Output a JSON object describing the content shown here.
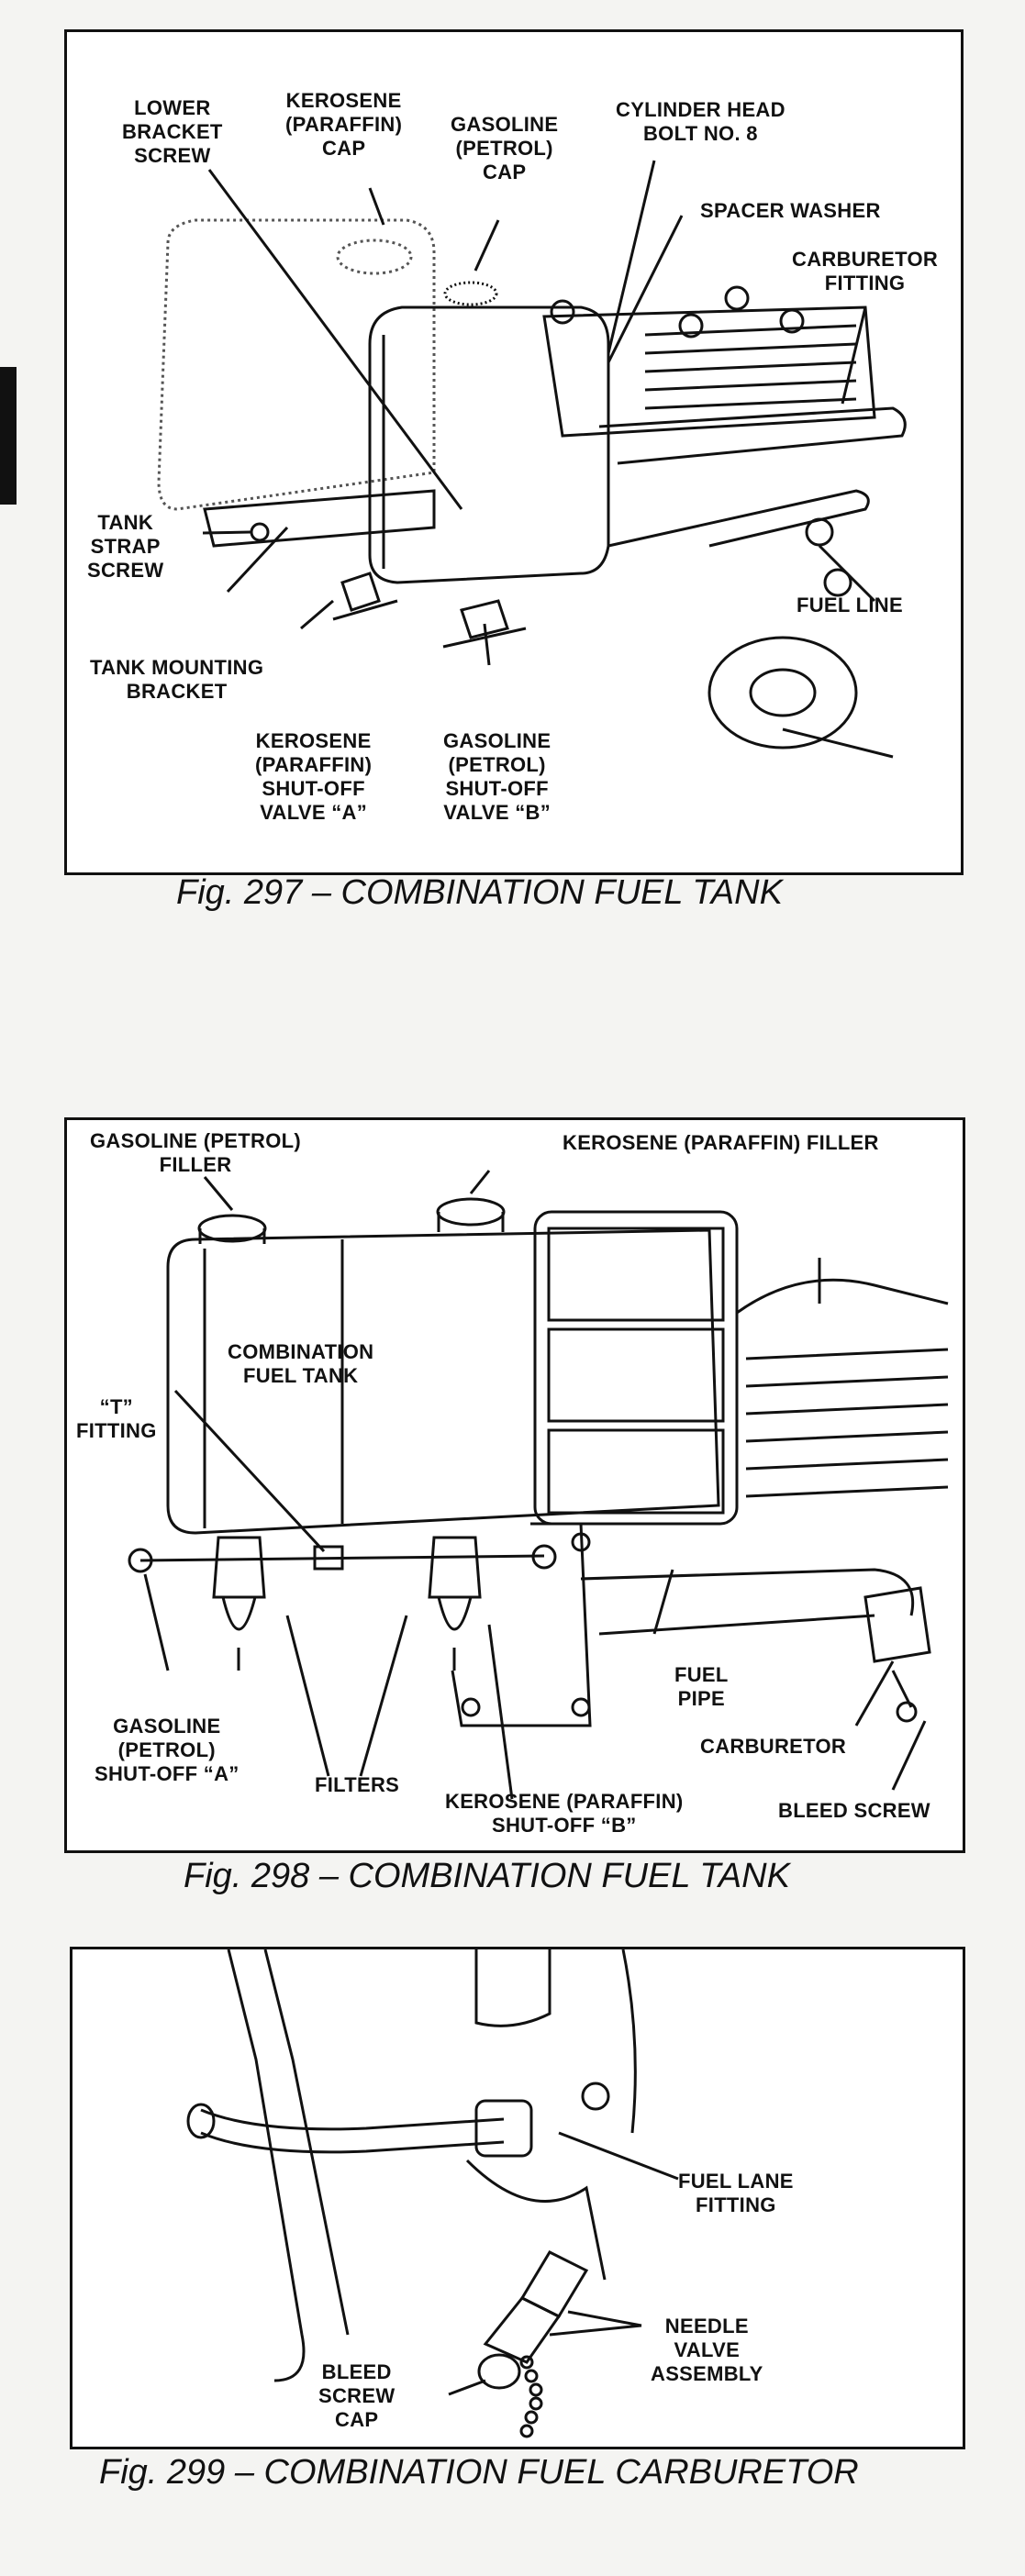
{
  "fig297": {
    "caption": "Fig. 297 – COMBINATION FUEL TANK",
    "labels": {
      "lower_bracket_screw": "LOWER\nBRACKET\nSCREW",
      "kerosene_cap": "KEROSENE\n(PARAFFIN)\nCAP",
      "gasoline_cap": "GASOLINE\n(PETROL)\nCAP",
      "cylinder_head_bolt": "CYLINDER HEAD\nBOLT NO. 8",
      "spacer_washer": "SPACER WASHER",
      "carburetor_fitting": "CARBURETOR\nFITTING",
      "tank_strap_screw": "TANK\nSTRAP\nSCREW",
      "fuel_line": "FUEL LINE",
      "tank_mounting_bracket": "TANK MOUNTING\nBRACKET",
      "kerosene_valve_a": "KEROSENE\n(PARAFFIN)\nSHUT-OFF\nVALVE “A”",
      "gasoline_valve_b": "GASOLINE\n(PETROL)\nSHUT-OFF\nVALVE “B”"
    }
  },
  "fig298": {
    "caption": "Fig. 298 – COMBINATION FUEL TANK",
    "labels": {
      "gasoline_filler": "GASOLINE (PETROL)\nFILLER",
      "kerosene_filler": "KEROSENE (PARAFFIN) FILLER",
      "combination_fuel_tank": "COMBINATION\nFUEL TANK",
      "t_fitting": "“T”\nFITTING",
      "fuel_pipe": "FUEL\nPIPE",
      "carburetor": "CARBURETOR",
      "gasoline_shutoff_a": "GASOLINE\n(PETROL)\nSHUT-OFF “A”",
      "filters": "FILTERS",
      "kerosene_shutoff_b": "KEROSENE (PARAFFIN)\nSHUT-OFF “B”",
      "bleed_screw": "BLEED SCREW"
    }
  },
  "fig299": {
    "caption": "Fig. 299 – COMBINATION FUEL CARBURETOR",
    "labels": {
      "fuel_lane_fitting": "FUEL LANE\nFITTING",
      "needle_valve_assembly": "NEEDLE\nVALVE\nASSEMBLY",
      "bleed_screw_cap": "BLEED\nSCREW\nCAP"
    }
  }
}
